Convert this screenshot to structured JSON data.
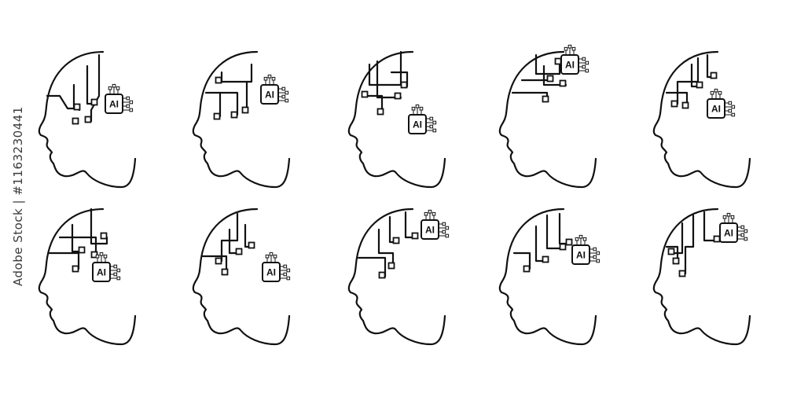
{
  "watermark": {
    "text": "Adobe Stock | #1163230441"
  },
  "icon_set": {
    "chip_label": "AI",
    "stroke_color": "#111111",
    "background_color": "#ffffff",
    "rows": 2,
    "columns": 5,
    "icon_count": 10,
    "icon_type": "ai-head-circuit-icon"
  }
}
